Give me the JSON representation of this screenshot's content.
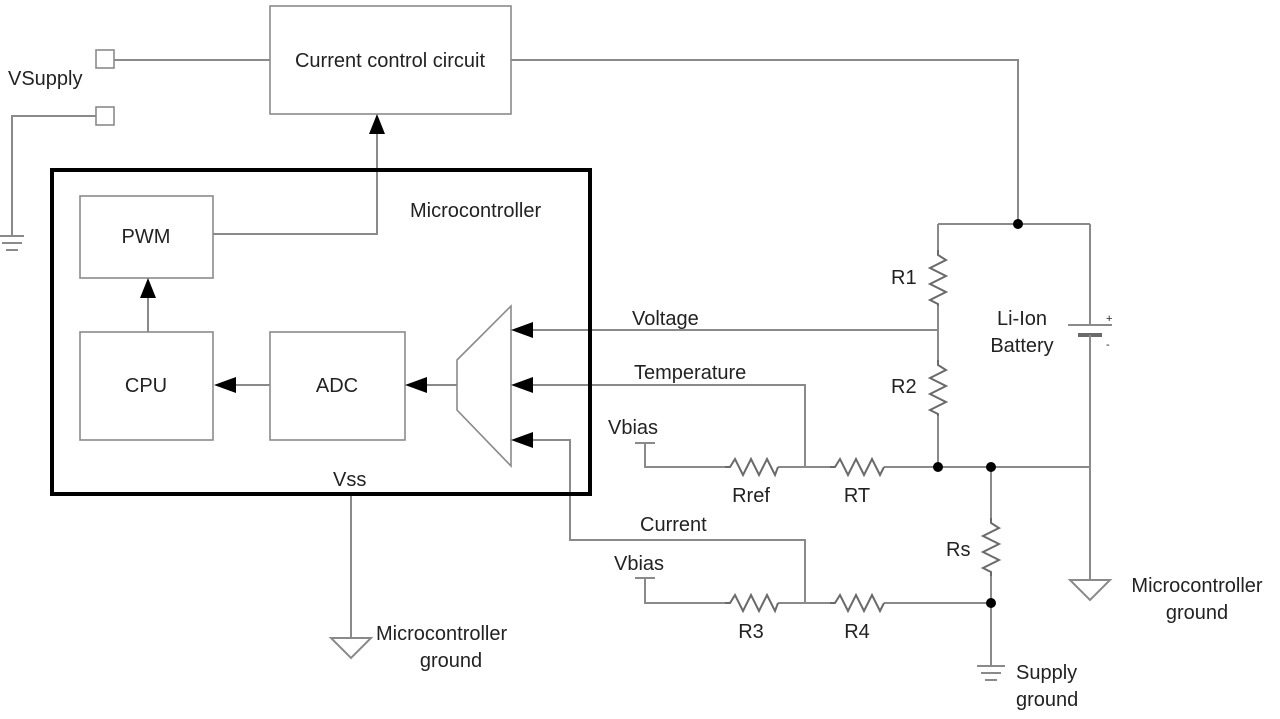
{
  "blocks": {
    "current_control": "Current control circuit",
    "microcontroller": "Microcontroller",
    "pwm": "PWM",
    "cpu": "CPU",
    "adc": "ADC"
  },
  "labels": {
    "vsupply": "VSupply",
    "voltage": "Voltage",
    "temperature": "Temperature",
    "current": "Current",
    "vbias_top": "Vbias",
    "vbias_bottom": "Vbias",
    "vss": "Vss",
    "battery_line1": "Li-Ion",
    "battery_line2": "Battery",
    "mcu_ground_left_line1": "Microcontroller",
    "mcu_ground_left_line2": "ground",
    "mcu_ground_right_line1": "Microcontroller",
    "mcu_ground_right_line2": "ground",
    "supply_ground_line1": "Supply",
    "supply_ground_line2": "ground"
  },
  "resistors": {
    "r1": "R1",
    "r2": "R2",
    "rref": "Rref",
    "rt": "RT",
    "rs": "Rs",
    "r3": "R3",
    "r4": "R4"
  },
  "battery_symbols": {
    "plus": "+",
    "minus": "-"
  }
}
